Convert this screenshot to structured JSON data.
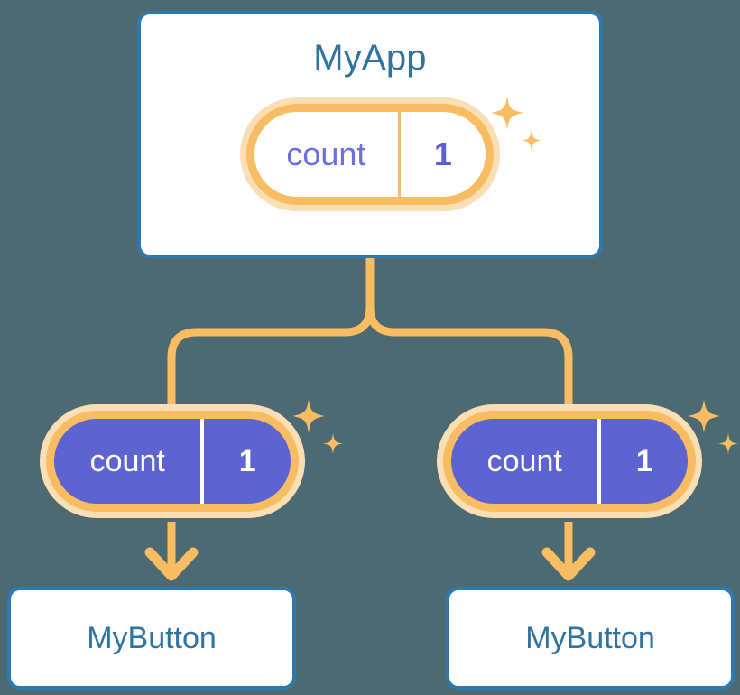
{
  "diagram": {
    "title_text": "MyApp",
    "background_color": "#4d6a72",
    "accent_blue": "#2e7ab0",
    "accent_orange": "#f8bc63",
    "accent_orange_halo": "#fbdfb4",
    "accent_purple": "#5d63d1"
  },
  "root_card": {
    "title": "MyApp",
    "state_pill": {
      "key": "count",
      "value": "1",
      "style": "light",
      "sparkle": "sparkle-icon"
    }
  },
  "children": [
    {
      "state_pill": {
        "key": "count",
        "value": "1",
        "style": "solid",
        "sparkle": "sparkle-icon"
      },
      "arrow": "arrow-down-icon",
      "button": {
        "label": "MyButton"
      }
    },
    {
      "state_pill": {
        "key": "count",
        "value": "1",
        "style": "solid",
        "sparkle": "sparkle-icon"
      },
      "arrow": "arrow-down-icon",
      "button": {
        "label": "MyButton"
      }
    }
  ]
}
